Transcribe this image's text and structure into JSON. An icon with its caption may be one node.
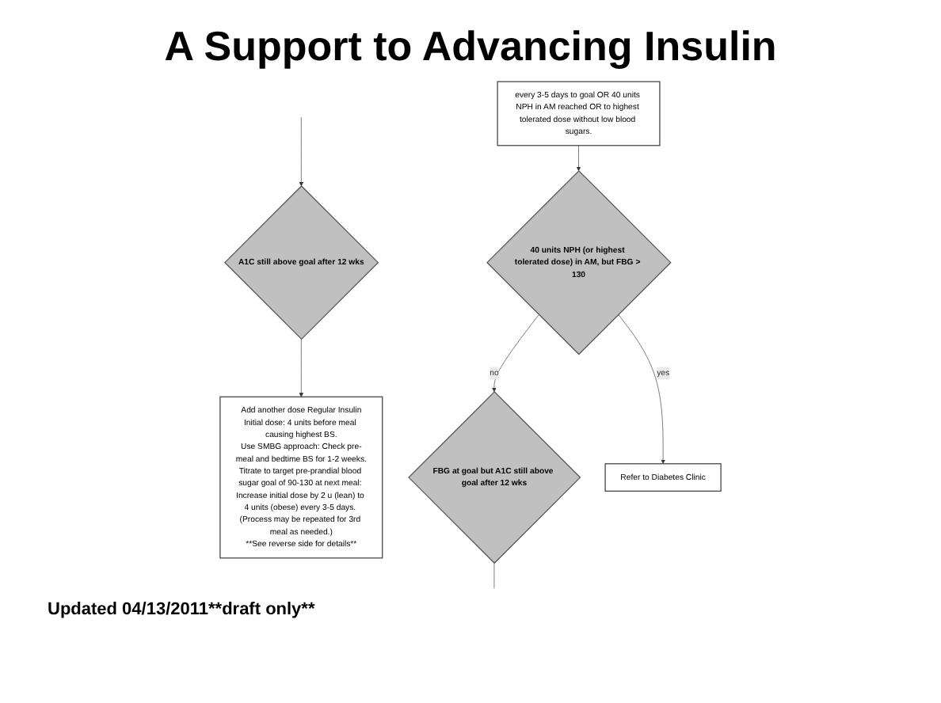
{
  "diagram": {
    "title": "A Support to Advancing Insulin",
    "nodes": [
      {
        "text": [
          "A1C still above goal after 12 wks"
        ]
      },
      {
        "text": [
          "Add another dose Regular Insulin",
          "Initial dose: 4 units before meal causing highest BS.",
          "Use SMBG approach: Check pre-meal and bedtime BS for 1-2 weeks.",
          "Titrate to target pre-prandial blood sugar goal of 90-130 at next meal: Increase initial dose by 2 u (lean) to 4 units (obese) every 3-5 days. (Process may be repeated for 3rd meal as needed.)",
          "**See reverse side for details**"
        ]
      },
      {
        "text": [
          "every 3-5 days to goal OR 40 units NPH in AM reached OR to highest tolerated dose without low blood sugars."
        ]
      },
      {
        "text": [
          "FBG at goal but A1C still above goal after 12 wks"
        ]
      },
      {
        "text": [
          "40 units NPH (or highest tolerated dose) in AM, but FBG > 130"
        ]
      },
      {
        "text": [
          "Refer to Diabetes Clinic"
        ]
      }
    ],
    "edges": [
      {
        "from": null,
        "to": 0,
        "arrow": "to"
      },
      {
        "from": 0,
        "to": 1,
        "arrow": "to"
      },
      {
        "from": 2,
        "to": 4,
        "arrow": "to"
      },
      {
        "from": 4,
        "to": 3,
        "arrow": "to",
        "label": "no"
      },
      {
        "from": 4,
        "to": 5,
        "arrow": "to",
        "label": "yes"
      },
      {
        "from": 3,
        "to": null,
        "arrow": "none"
      }
    ],
    "labels": [
      "Updated 04/13/2011**draft only**"
    ]
  }
}
